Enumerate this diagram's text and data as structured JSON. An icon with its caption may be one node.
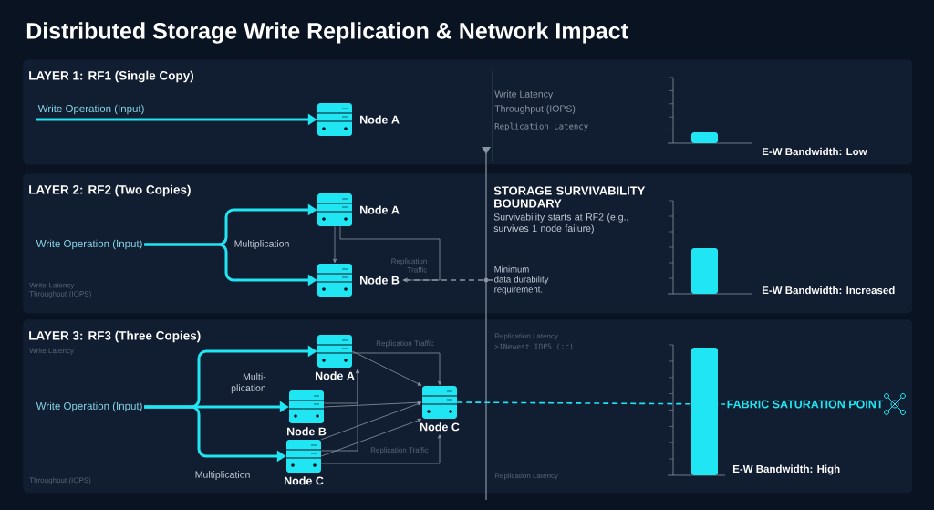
{
  "diagram": {
    "title": "Distributed Storage Write Replication & Network Impact",
    "nodes": [
      {
        "text": [
          "LAYER 1: RF1 (Single Copy)"
        ]
      },
      {
        "text": [
          "Write Operation (Input)"
        ],
        "in": 0
      },
      {
        "text": [
          "Node A"
        ],
        "in": 0
      },
      {
        "text": [
          "LAYER 2: RF2 (Two Copies)"
        ]
      },
      {
        "text": [
          "Write Operation (Input)"
        ],
        "in": 3
      },
      {
        "text": [
          "Node A"
        ],
        "in": 3
      },
      {
        "text": [
          "Node B"
        ],
        "in": 3
      },
      {
        "text": [
          "LAYER 3: RF3 (Three Copies)"
        ]
      },
      {
        "text": [
          "Write Operation (Input)"
        ],
        "in": 7
      },
      {
        "text": [
          "Node A"
        ],
        "in": 7
      },
      {
        "text": [
          "Node B"
        ],
        "in": 7
      },
      {
        "text": [
          "Node C"
        ],
        "in": 7
      },
      {
        "text": [
          "Node C"
        ],
        "in": 7
      },
      {
        "text": [
          "Minimum data durability requirement."
        ],
        "in": 3
      },
      {
        "text": [
          "FABRIC SATURATION POINT"
        ],
        "in": 7
      }
    ],
    "edges": [
      {
        "from": 1,
        "to": 2,
        "arrow": "to",
        "style": "thick",
        "color": "#1fe6f2"
      },
      {
        "from": 4,
        "to": 5,
        "arrow": "to",
        "style": "thick",
        "color": "#1fe6f2",
        "label": "Multiplication"
      },
      {
        "from": 4,
        "to": 6,
        "arrow": "to",
        "style": "thick",
        "color": "#1fe6f2"
      },
      {
        "from": 5,
        "to": 6,
        "arrow": "to"
      },
      {
        "from": 5,
        "to": 6,
        "arrow": "to",
        "label": "Replication Traffic"
      },
      {
        "from": 13,
        "to": 6,
        "arrow": "to",
        "style": "dashed"
      },
      {
        "from": 8,
        "to": 9,
        "arrow": "to",
        "style": "thick",
        "color": "#1fe6f2",
        "label": "Multi- plication"
      },
      {
        "from": 8,
        "to": 10,
        "arrow": "to",
        "style": "thick",
        "color": "#1fe6f2"
      },
      {
        "from": 8,
        "to": 11,
        "arrow": "to",
        "style": "thick",
        "color": "#1fe6f2",
        "label": "Multiplication"
      },
      {
        "from": 9,
        "to": 12,
        "arrow": "to",
        "label": "Replication Traffic"
      },
      {
        "from": 9,
        "to": 12,
        "arrow": "to"
      },
      {
        "from": 10,
        "to": 12,
        "arrow": "to"
      },
      {
        "from": 10,
        "to": 9,
        "arrow": "to"
      },
      {
        "from": 11,
        "to": 9,
        "arrow": "to"
      },
      {
        "from": 11,
        "to": 12,
        "arrow": "to"
      },
      {
        "from": 11,
        "to": 12,
        "arrow": "to"
      },
      {
        "from": 11,
        "to": 12,
        "arrow": "to",
        "label": "Replication Traffic"
      },
      {
        "from": 12,
        "to": 14,
        "arrow": "none",
        "style": "dashed",
        "color": "#1fe6f2"
      }
    ],
    "labels": [
      "Write Latency",
      "Throughput (IOPS)",
      "Replication Latency",
      "E-W Bandwidth: Low",
      "STORAGE SURVIVABILITY BOUNDARY",
      "Survivability starts at RF2 (e.g., survives 1 node failure)",
      "Write Latency Throughput (IOPS)",
      "E-W Bandwidth: Increased",
      "Write Latency",
      "Replication Latency",
      ">1Newest IOPS (:c)",
      "Throughput (IOPS)",
      "Replication Latency",
      "E-W Bandwidth: High"
    ]
  }
}
